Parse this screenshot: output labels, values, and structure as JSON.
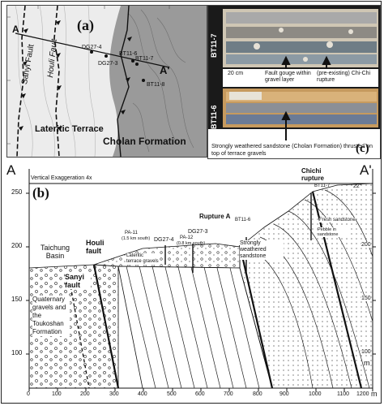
{
  "panel_a": {
    "label": "(a)",
    "a_start": "A",
    "a_end": "A'",
    "sanyi_fault": "Sanyi Fault",
    "houli_fault": "Houli Fault",
    "lateritic_terrace": "Lateritic Terrace",
    "cholan_formation": "Cholan Formation",
    "bt11_6": "BT11-6",
    "bt11_7": "BT11-7",
    "bt11_8": "BT11-8",
    "dg27_3": "DG27-3",
    "dg27_4": "DG27-4"
  },
  "panel_c": {
    "label": "(c)",
    "core_top": "BT11-7",
    "core_bottom": "BT11-6",
    "scale": "20 cm",
    "fault_gouge": "Fault gouge within gravel layer",
    "chichi_rupture": "(pre-existing) Chi-Chi rupture",
    "caption": "Strongly weathered sandstone (Cholan Formation) thrusted on top of terrace gravels"
  },
  "panel_b": {
    "label": "(b)",
    "a_left": "A",
    "a_right": "A'",
    "vertical_exaggeration": "Vertical Exaggeration 4x",
    "taichung_basin": "Taichung Basin",
    "houli_fault": "Houli fault",
    "pa11": "PA-11",
    "pa11_note": "(1.5 km south)",
    "dg27_4": "DG27-4",
    "pa12": "PA-12",
    "pa12_note": "(0.8 km south)",
    "dg27_3": "DG27-3",
    "lateritic_gravels": "Lateritic terrace gravels",
    "rupture_a": "Rupture A",
    "bt11_6": "BT11-6",
    "weathered": "Strongly weathered sandstone",
    "chichi_rupture": "Chichi rupture",
    "bt11_7": "BT11-7",
    "fresh_sandstone": "Fresh sandstone",
    "pebble": "Pebble in sandstone",
    "sanyi_fault": "Sanyi fault",
    "quaternary": "Quaternary gravels and the Toukoshan Formation",
    "dip": "22°",
    "unit": "m",
    "y_ticks": [
      "250",
      "200",
      "150",
      "100"
    ],
    "x_ticks": [
      "0",
      "100",
      "200",
      "300",
      "400",
      "500",
      "600",
      "700",
      "800",
      "900",
      "1000",
      "1100",
      "1200"
    ]
  }
}
